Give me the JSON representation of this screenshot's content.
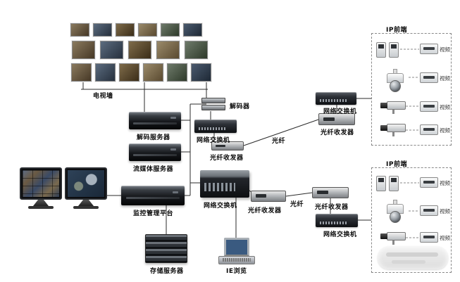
{
  "diagram": {
    "labels": {
      "tv_wall": "电视墙",
      "decoder": "解码器",
      "decode_server": "解码服务器",
      "network_switch": "网络交换机",
      "fiber_transceiver": "光纤收发器",
      "fiber": "光纤",
      "streaming_server": "流媒体服务器",
      "management_platform": "监控管理平台",
      "storage_server": "存储服务器",
      "ie_browser": "IE浏览",
      "ip_frontend": "IP前端",
      "video_device": "视频"
    },
    "colors": {
      "line": "#2b2b2b",
      "dashed": "#888888",
      "background": "#ffffff"
    }
  }
}
